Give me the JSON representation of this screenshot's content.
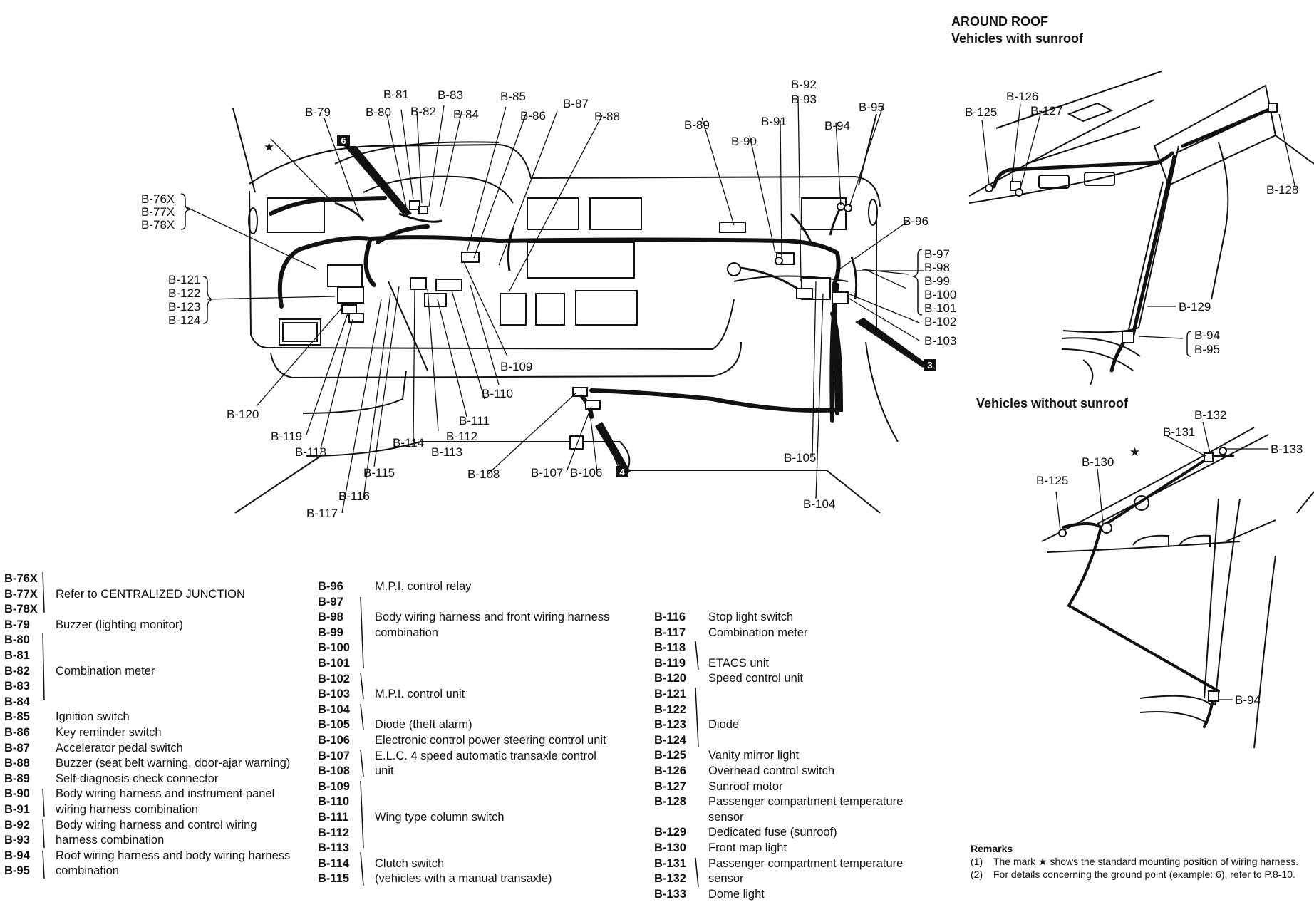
{
  "roof": {
    "title": "AROUND ROOF",
    "with_sunroof": "Vehicles with sunroof",
    "without_sunroof": "Vehicles without sunroof"
  },
  "connectors": {
    "b79": "B-79",
    "b80": "B-80",
    "b81": "B-81",
    "b82": "B-82",
    "b83": "B-83",
    "b84": "B-84",
    "b85": "B-85",
    "b86": "B-86",
    "b87": "B-87",
    "b88": "B-88",
    "b89": "B-89",
    "b90": "B-90",
    "b91": "B-91",
    "b92": "B-92",
    "b93": "B-93",
    "b94": "B-94",
    "b95": "B-95",
    "b96": "B-96",
    "b97": "B-97",
    "b98": "B-98",
    "b99": "B-99",
    "b100": "B-100",
    "b101": "B-101",
    "b102": "B-102",
    "b103": "B-103",
    "b104": "B-104",
    "b105": "B-105",
    "b106": "B-106",
    "b107": "B-107",
    "b108": "B-108",
    "b109": "B-109",
    "b110": "B-110",
    "b111": "B-111",
    "b112": "B-112",
    "b113": "B-113",
    "b114": "B-114",
    "b115": "B-115",
    "b116": "B-116",
    "b117": "B-117",
    "b118": "B-118",
    "b119": "B-119",
    "b120": "B-120",
    "b121": "B-121",
    "b122": "B-122",
    "b123": "B-123",
    "b124": "B-124",
    "b76x": "B-76X",
    "b77x": "B-77X",
    "b78x": "B-78X",
    "b125": "B-125",
    "b126": "B-126",
    "b127": "B-127",
    "b128": "B-128",
    "b129": "B-129",
    "b130": "B-130",
    "b131": "B-131",
    "b132": "B-132",
    "b133": "B-133"
  },
  "markers": {
    "star": "★",
    "g6": "6",
    "g3": "3",
    "g4": "4"
  },
  "legend_col1": [
    {
      "code": "B-76X",
      "desc": ""
    },
    {
      "code": "B-77X",
      "desc": "Refer to CENTRALIZED JUNCTION"
    },
    {
      "code": "B-78X",
      "desc": ""
    },
    {
      "code": "B-79",
      "desc": "Buzzer (lighting monitor)"
    },
    {
      "code": "B-80",
      "desc": ""
    },
    {
      "code": "B-81",
      "desc": ""
    },
    {
      "code": "B-82",
      "desc": "Combination meter"
    },
    {
      "code": "B-83",
      "desc": ""
    },
    {
      "code": "B-84",
      "desc": ""
    },
    {
      "code": "B-85",
      "desc": "Ignition switch"
    },
    {
      "code": "B-86",
      "desc": "Key reminder switch"
    },
    {
      "code": "B-87",
      "desc": "Accelerator pedal switch"
    },
    {
      "code": "B-88",
      "desc": "Buzzer (seat belt warning, door-ajar warning)"
    },
    {
      "code": "B-89",
      "desc": "Self-diagnosis check connector"
    },
    {
      "code": "B-90",
      "desc": "Body wiring harness and instrument panel"
    },
    {
      "code": "B-91",
      "desc": "wiring harness combination"
    },
    {
      "code": "B-92",
      "desc": "Body wiring harness and control wiring"
    },
    {
      "code": "B-93",
      "desc": "harness combination"
    },
    {
      "code": "B-94",
      "desc": "Roof wiring harness and body wiring harness"
    },
    {
      "code": "B-95",
      "desc": "combination"
    }
  ],
  "legend_col2": [
    {
      "code": "B-96",
      "desc": "M.P.I. control relay"
    },
    {
      "code": "B-97",
      "desc": ""
    },
    {
      "code": "B-98",
      "desc": "Body wiring harness and front wiring harness"
    },
    {
      "code": "B-99",
      "desc": "combination"
    },
    {
      "code": "B-100",
      "desc": ""
    },
    {
      "code": "B-101",
      "desc": ""
    },
    {
      "code": "B-102",
      "desc": ""
    },
    {
      "code": "B-103",
      "desc": "M.P.I. control unit"
    },
    {
      "code": "B-104",
      "desc": ""
    },
    {
      "code": "B-105",
      "desc": "Diode (theft alarm)"
    },
    {
      "code": "B-106",
      "desc": "Electronic control power steering control unit"
    },
    {
      "code": "B-107",
      "desc": "E.L.C. 4 speed automatic transaxle control"
    },
    {
      "code": "B-108",
      "desc": "unit"
    },
    {
      "code": "B-109",
      "desc": ""
    },
    {
      "code": "B-110",
      "desc": ""
    },
    {
      "code": "B-111",
      "desc": "Wing type column switch"
    },
    {
      "code": "B-112",
      "desc": ""
    },
    {
      "code": "B-113",
      "desc": ""
    },
    {
      "code": "B-114",
      "desc": "Clutch switch"
    },
    {
      "code": "B-115",
      "desc": "(vehicles with a manual transaxle)"
    }
  ],
  "legend_col3": [
    {
      "code": "B-116",
      "desc": "Stop light switch"
    },
    {
      "code": "B-117",
      "desc": "Combination meter"
    },
    {
      "code": "B-118",
      "desc": ""
    },
    {
      "code": "B-119",
      "desc": "ETACS unit"
    },
    {
      "code": "B-120",
      "desc": "Speed control unit"
    },
    {
      "code": "B-121",
      "desc": ""
    },
    {
      "code": "B-122",
      "desc": ""
    },
    {
      "code": "B-123",
      "desc": "Diode"
    },
    {
      "code": "B-124",
      "desc": ""
    },
    {
      "code": "B-125",
      "desc": "Vanity mirror light"
    },
    {
      "code": "B-126",
      "desc": "Overhead control switch"
    },
    {
      "code": "B-127",
      "desc": "Sunroof motor"
    },
    {
      "code": "B-128",
      "desc": "Passenger compartment temperature"
    },
    {
      "code": "",
      "desc": "sensor"
    },
    {
      "code": "B-129",
      "desc": "Dedicated fuse (sunroof)"
    },
    {
      "code": "B-130",
      "desc": "Front map light"
    },
    {
      "code": "B-131",
      "desc": "Passenger compartment temperature"
    },
    {
      "code": "B-132",
      "desc": "sensor"
    },
    {
      "code": "B-133",
      "desc": "Dome light"
    }
  ],
  "remarks": {
    "title": "Remarks",
    "r1_num": "(1)",
    "r1_text": "The mark ★ shows the standard mounting position of wiring harness.",
    "r2_num": "(2)",
    "r2_text": "For details concerning the ground point (example: 6), refer to P.8-10."
  }
}
